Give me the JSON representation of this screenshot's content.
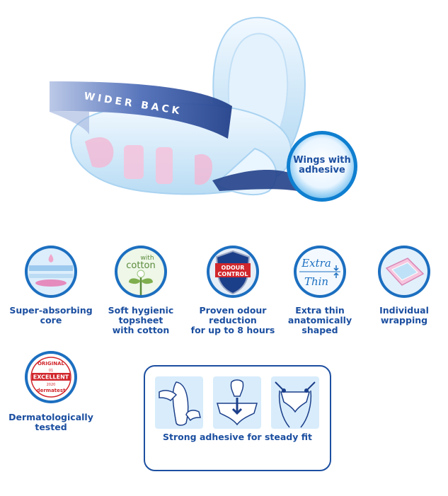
{
  "hero": {
    "banner_text": "WIDER BACK",
    "badge_lines": [
      "Wings with",
      "adhesive"
    ]
  },
  "features": [
    {
      "icon": "absorbing-core-icon",
      "lines": [
        "Super-absorbing",
        "core"
      ]
    },
    {
      "icon": "cotton-plant-icon",
      "icon_text": [
        "with",
        "cotton"
      ],
      "lines": [
        "Soft hygienic",
        "topsheet",
        "with cotton"
      ]
    },
    {
      "icon": "odour-shield-icon",
      "icon_text": [
        "ODOUR",
        "CONTROL"
      ],
      "lines": [
        "Proven odour reduction",
        "for up to 8 hours"
      ]
    },
    {
      "icon": "extra-thin-icon",
      "icon_text": [
        "Extra",
        "Thin"
      ],
      "lines": [
        "Extra thin",
        "anatomically",
        "shaped"
      ]
    },
    {
      "icon": "wrapper-icon",
      "lines": [
        "Individual",
        "wrapping"
      ]
    },
    {
      "icon": "dermatest-seal-icon",
      "icon_text": [
        "ORIGINAL",
        "01",
        "EXCELLENT",
        "2020",
        "dermatest"
      ],
      "lines": [
        "Dermatologically",
        "tested"
      ]
    }
  ],
  "fit": {
    "caption": "Strong adhesive for steady fit"
  },
  "colors": {
    "brand_blue": "#1c4fa0",
    "light_blue": "#cfe6f7",
    "pink": "#e7a7c9",
    "red": "#d1262c"
  }
}
